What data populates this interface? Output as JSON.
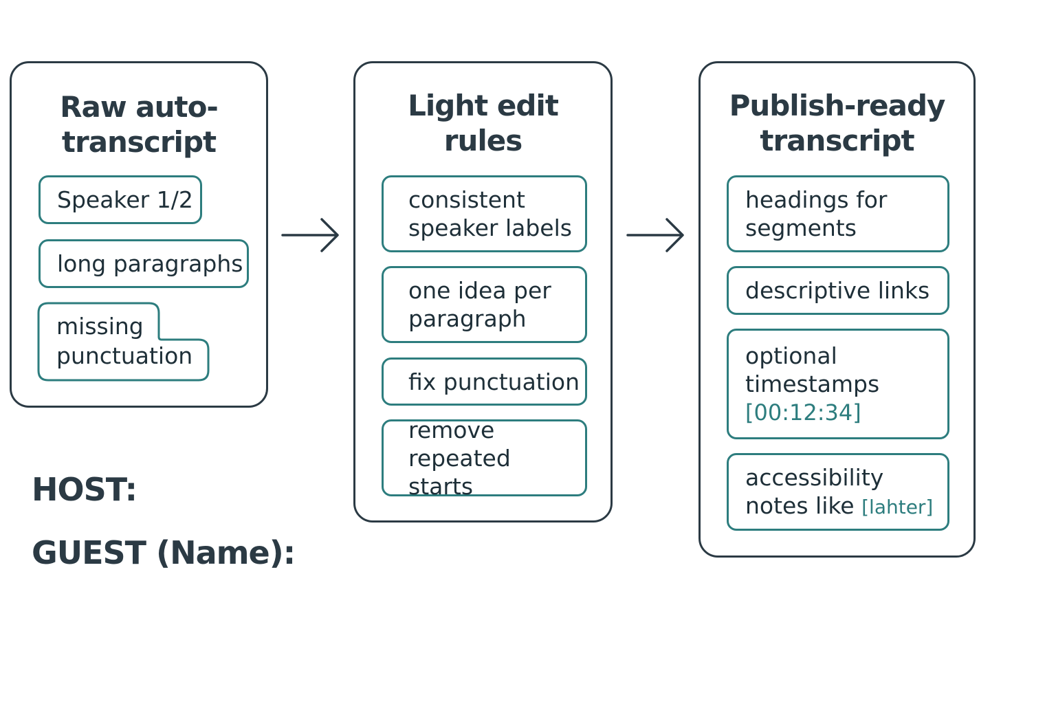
{
  "panels": {
    "raw": {
      "title_line1": "Raw auto-",
      "title_line2": "transcript",
      "items": [
        "Speaker 1/2",
        "long paragraphs",
        "missing",
        "punctuation"
      ]
    },
    "edit": {
      "title_line1": "Light edit",
      "title_line2": "rules",
      "items": [
        {
          "line1": "consistent",
          "line2": "speaker labels"
        },
        {
          "line1": "one idea per",
          "line2": "paragraph"
        },
        {
          "line1": "fix punctuation"
        },
        {
          "line1": "remove",
          "line2": "repeated starts"
        }
      ]
    },
    "publish": {
      "title_line1": "Publish-ready",
      "title_line2": "transcript",
      "items": [
        {
          "line1": "headings for",
          "line2": "segments"
        },
        {
          "line1": "descriptive links"
        },
        {
          "line1": "optional",
          "line2": "timestamps",
          "line3": "[00:12:34]"
        },
        {
          "line1": "accessibility",
          "line2": "notes like",
          "note": "[lahter]"
        }
      ]
    }
  },
  "speaker_labels": {
    "host": "HOST:",
    "guest": "GUEST (Name):"
  },
  "icons": [
    "arrow-right-icon",
    "arrow-right-icon"
  ],
  "colors": {
    "outline": "#2b3a44",
    "accent": "#2d7d7e",
    "background": "#ffffff"
  }
}
